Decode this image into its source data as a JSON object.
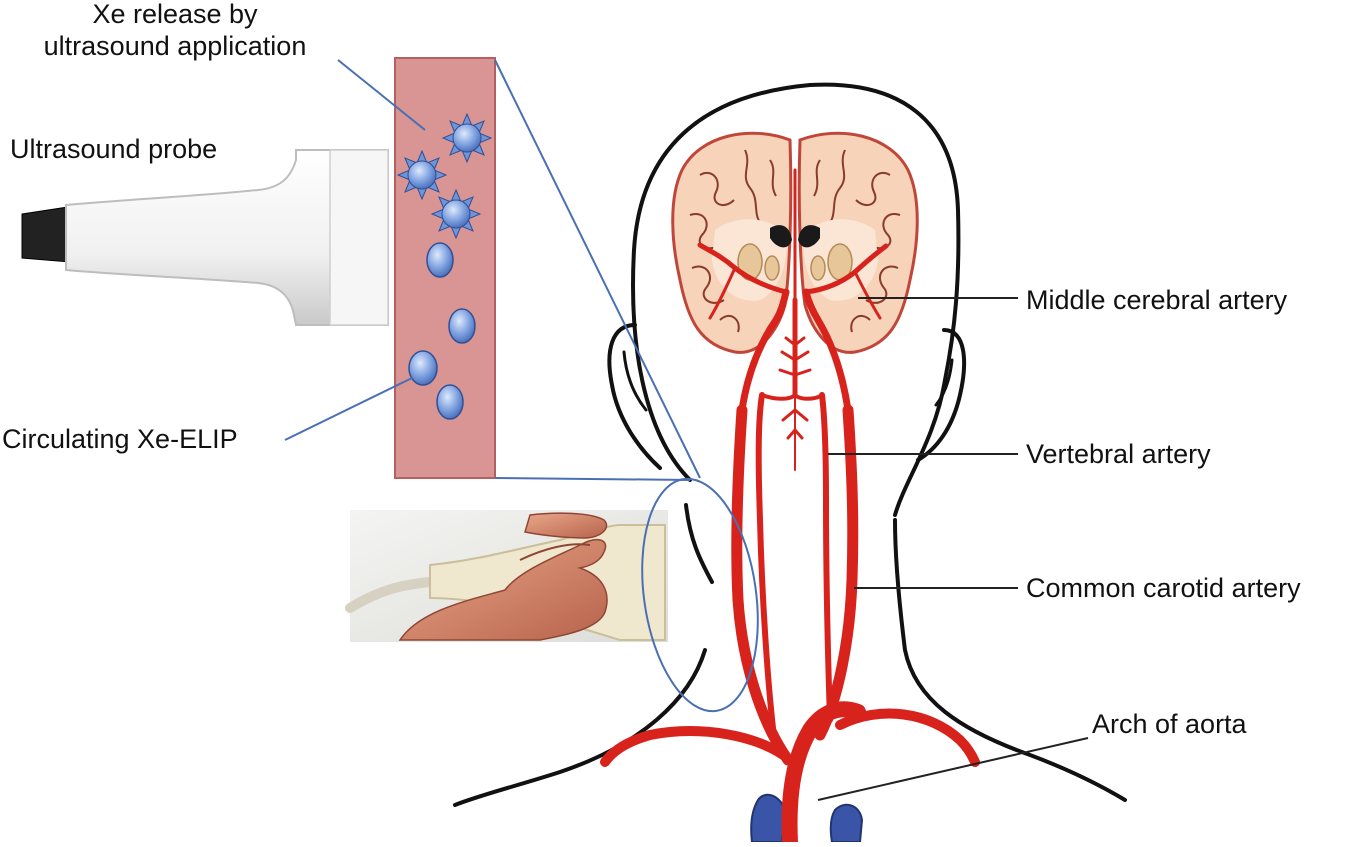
{
  "labels": {
    "xe_release_line1": "Xe release by",
    "xe_release_line2": "ultrasound application",
    "ultrasound_probe": "Ultrasound probe",
    "circulating_xe_elip": "Circulating Xe-ELIP",
    "middle_cerebral_artery": "Middle cerebral artery",
    "vertebral_artery": "Vertebral artery",
    "common_carotid_artery": "Common carotid artery",
    "arch_of_aorta": "Arch of aorta"
  },
  "colors": {
    "artery": "#d8231c",
    "vessel_panel": "#d99594",
    "microbubble": "#6f95d8",
    "leader_line": "#4a6fb5",
    "brain_tissue": "#f7d3ba",
    "outline": "#111111",
    "vein": "#3a55a8"
  },
  "icons": {
    "probe": "ultrasound-probe-icon",
    "released_bubble": "starburst-bubble-icon",
    "intact_bubble": "oval-bubble-icon"
  }
}
